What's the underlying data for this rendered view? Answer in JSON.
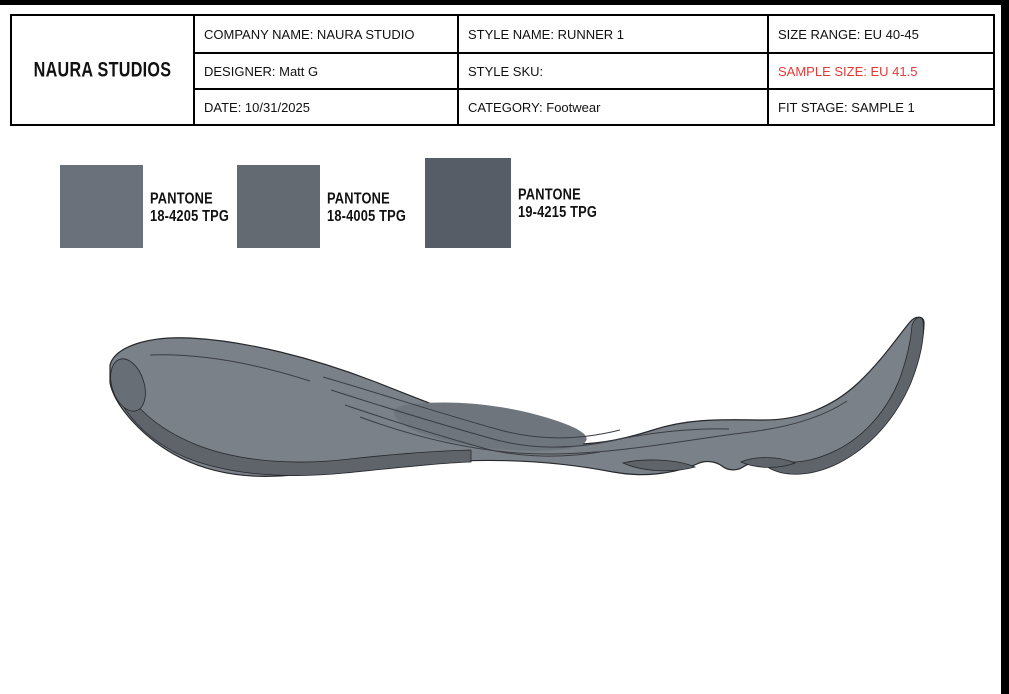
{
  "frame": {
    "edge_color": "#000000"
  },
  "header_table": {
    "logo": "NAURA STUDIOS",
    "rows": [
      [
        "COMPANY NAME: NAURA STUDIO",
        "STYLE NAME: RUNNER 1",
        "SIZE RANGE: EU 40-45"
      ],
      [
        "DESIGNER: Matt G",
        "STYLE SKU:",
        "SAMPLE SIZE: EU 41.5"
      ],
      [
        "DATE: 10/31/2025",
        "CATEGORY: Footwear",
        "FIT STAGE: SAMPLE 1"
      ]
    ],
    "sample_size_color": "#e53935"
  },
  "swatches": [
    {
      "brand": "PANTONE",
      "code": "18-4205 TPG",
      "color": "#6b717a"
    },
    {
      "brand": "PANTONE",
      "code": "18-4005 TPG",
      "color": "#646a72"
    },
    {
      "brand": "PANTONE",
      "code": "19-4215 TPG",
      "color": "#575d66"
    }
  ],
  "illustration": {
    "label": "midsole-side-profile",
    "body_color": "#7b8189",
    "outsole_color": "#5f646b",
    "heel_pod_color": "#686e76",
    "saddle_color": "#6f757d",
    "outline_color": "#26282b"
  }
}
